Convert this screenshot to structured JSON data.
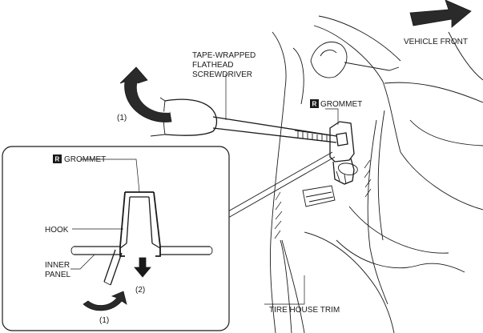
{
  "labels": {
    "vehicle_front": "VEHICLE FRONT",
    "screwdriver_line1": "TAPE-WRAPPED",
    "screwdriver_line2": "FLATHEAD",
    "screwdriver_line3": "SCREWDRIVER",
    "grommet_main": "GROMMET",
    "grommet_detail": "GROMMET",
    "replace_badge": "R",
    "hook": "HOOK",
    "inner_panel_line1": "INNER",
    "inner_panel_line2": "PANEL",
    "step1_top": "(1)",
    "step1_bottom": "(1)",
    "step2": "(2)",
    "tire_house_trim": "TIRE HOUSE TRIM"
  }
}
